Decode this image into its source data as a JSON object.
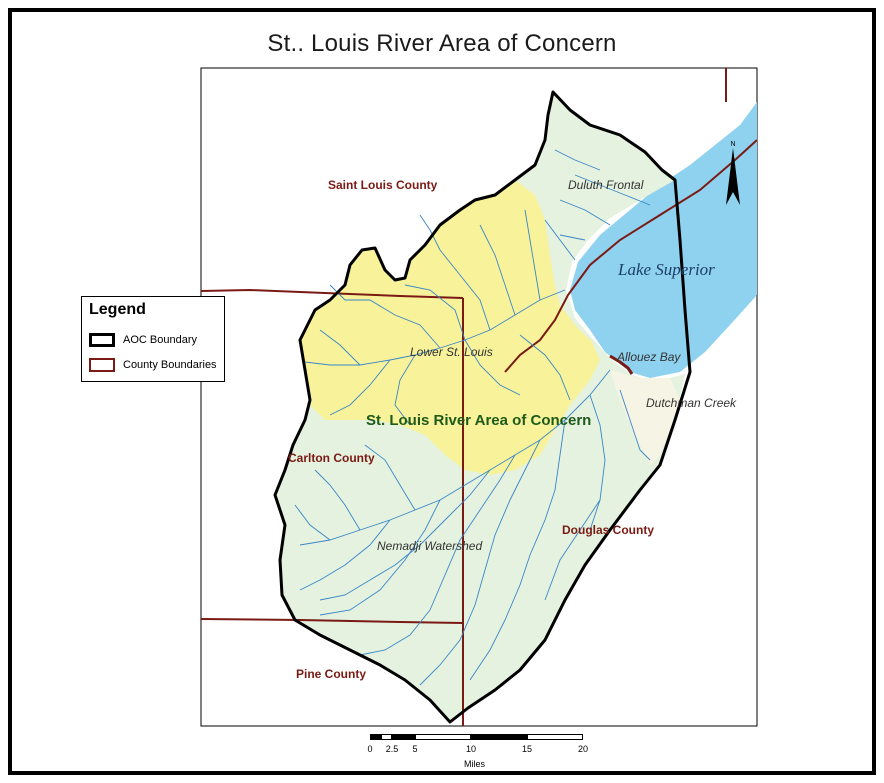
{
  "title": "St.. Louis River Area of Concern",
  "labels": {
    "saint_louis_county": "Saint Louis County",
    "carlton_county": "Carlton County",
    "pine_county": "Pine County",
    "douglas_county": "Douglas County",
    "duluth_frontal": "Duluth Frontal",
    "lower_st_louis": "Lower St. Louis",
    "nemadji": "Nemadji Watershed",
    "allouez_bay": "Allouez Bay",
    "dutchman_creek": "Dutchman Creek",
    "aoc": "St. Louis River Area of Concern",
    "lake_superior": "Lake Superior",
    "north": "N"
  },
  "legend": {
    "title": "Legend",
    "aoc_boundary": "AOC Boundary",
    "county_boundaries": "County Boundaries"
  },
  "scale": {
    "ticks": [
      "0",
      "2.5",
      "5",
      "10",
      "15",
      "20"
    ],
    "unit": "Miles"
  },
  "colors": {
    "watershed_green": "#e4f2df",
    "lower_st_louis_yellow": "#f8f39a",
    "lake_blue": "#8fd2ef",
    "county_line": "#7a1a14",
    "river_blue": "#3a86c8",
    "aoc_boundary": "#000000"
  }
}
